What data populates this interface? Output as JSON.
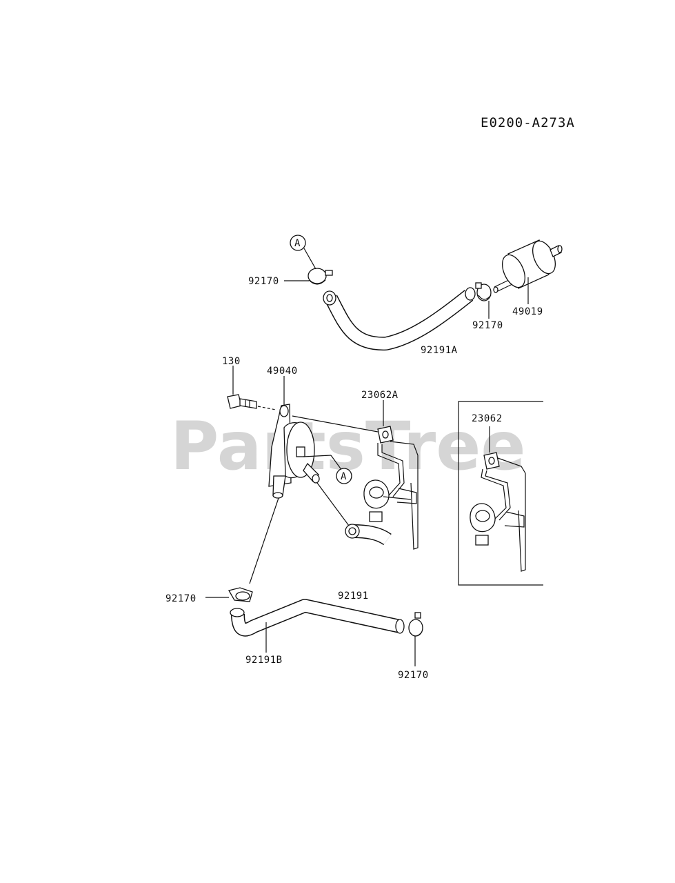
{
  "diagram_code": "E0200-A273A",
  "watermark": "PartsTree",
  "callouts": {
    "a1": "A",
    "a2": "A"
  },
  "labels": {
    "clamp_top_left": "92170",
    "clamp_top_right": "92170",
    "fuel_filter": "49019",
    "hose_top": "92191A",
    "bolt": "130",
    "fuel_pump": "49040",
    "bracket": "23062A",
    "bracket_inset": "23062",
    "clamp_bottom_left": "92170",
    "hose_bottom": "92191",
    "hose_bottom_b": "92191B",
    "clamp_bottom_right": "92170"
  }
}
